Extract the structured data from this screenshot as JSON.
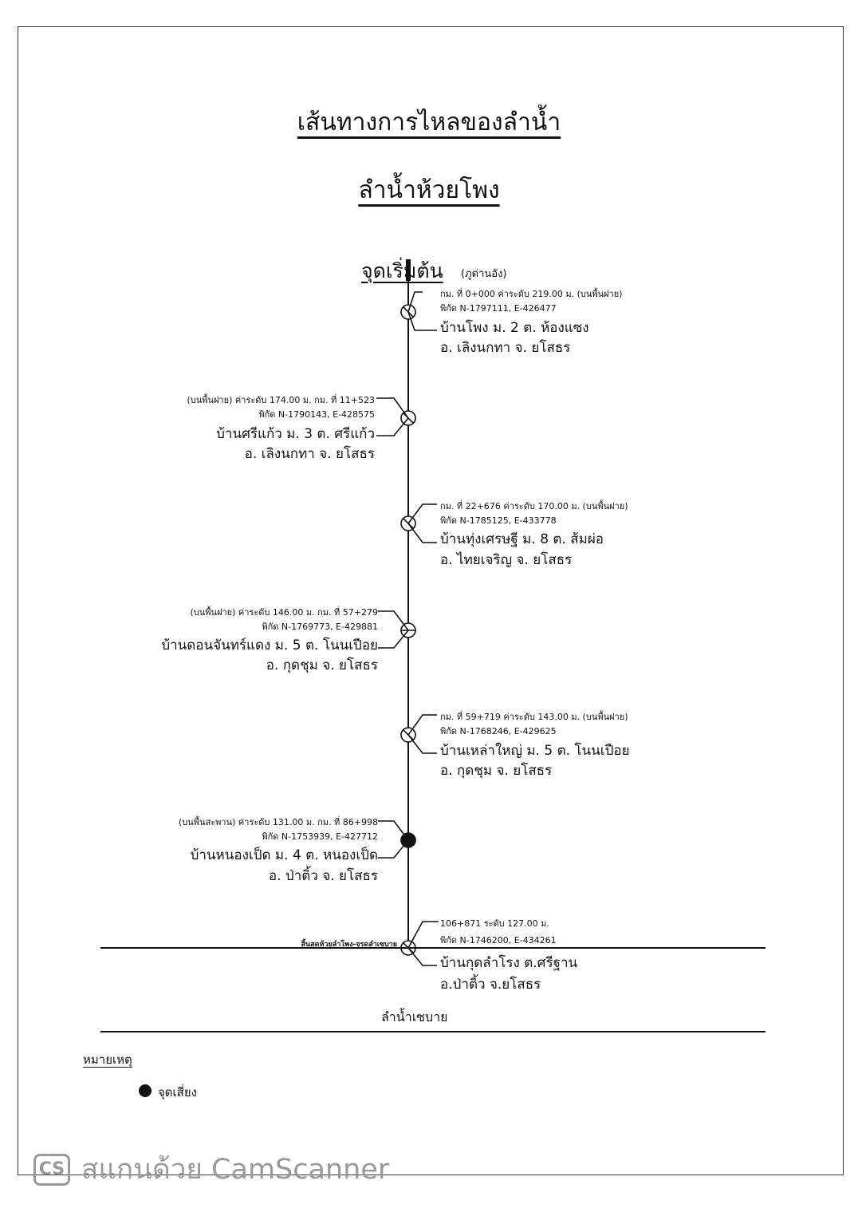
{
  "title": "เส้นทางการไหลของลำน้ำ",
  "subtitle": "ลำน้ำห้วยโพง",
  "start": {
    "label": "จุดเริ่มต้น",
    "note": "(ภูด่านอัง)"
  },
  "stations": [
    {
      "line1": "กม. ที่ 0+000  ค่าระดับ 219.00 ม. (บนพื้นฝาย)",
      "line2": "พิกัด  N-1797111, E-426477",
      "village": "บ้านโพง ม. 2   ต. ห้องแซง",
      "district": "อ. เลิงนกทา  จ. ยโสธร"
    },
    {
      "line1": "(บนพื้นฝาย)  ค่าระดับ 174.00 ม.  กม. ที่ 11+523",
      "line2": "พิกัด  N-1790143, E-428575",
      "village": "บ้านศรีแก้ว  ม. 3  ต. ศรีแก้ว",
      "district": "อ. เลิงนกทา  จ. ยโสธร"
    },
    {
      "line1": "กม. ที่ 22+676  ค่าระดับ 170.00 ม. (บนพื้นฝาย)",
      "line2": "พิกัด  N-1785125, E-433778",
      "village": "บ้านทุ่งเศรษฐี  ม. 8   ต. ส้มผ่อ",
      "district": "อ. ไทยเจริญ  จ. ยโสธร"
    },
    {
      "line1": "(บนพื้นฝาย)  ค่าระดับ 146.00 ม.  กม. ที่ 57+279",
      "line2": "พิกัด  N-1769773, E-429881",
      "village": "บ้านดอนจันทร์แดง  ม. 5  ต. โนนเปือย",
      "district": "อ. กุดชุม  จ. ยโสธร"
    },
    {
      "line1": "กม. ที่ 59+719  ค่าระดับ 143.00 ม. (บนพื้นฝาย)",
      "line2": "พิกัด  N-1768246, E-429625",
      "village": "บ้านเหล่าใหญ่  ม. 5   ต. โนนเปือย",
      "district": "อ. กุดชุม  จ. ยโสธร"
    },
    {
      "line1": "(บนพื้นสะพาน)  ค่าระดับ 131.00 ม.  กม. ที่ 86+998",
      "line2": "พิกัด  N-1753939, E-427712",
      "village": "บ้านหนองเป็ด  ม. 4  ต. หนองเป็ด",
      "district": "อ. ป่าติ้ว  จ. ยโสธร"
    },
    {
      "line1": "106+871   ระดับ 127.00 ม.",
      "line2": "พิกัด  N-1746200, E-434261",
      "village": "บ้านกุดลำโรง  ต.ศรีฐาน",
      "district": "อ.ป่าติ้ว  จ.ยโสธร"
    }
  ],
  "end_label": "สิ้นสุดห้วยลำโพง-จรดลำเซบาย",
  "river_label": "ลำน้ำเซบาย",
  "legend": {
    "title": "หมายเหตุ",
    "items": [
      {
        "symbol": "filled-circle",
        "label": "จุดเสี่ยง"
      }
    ]
  },
  "watermark": {
    "logo": "CS",
    "text": "สแกนด้วย CamScanner"
  }
}
